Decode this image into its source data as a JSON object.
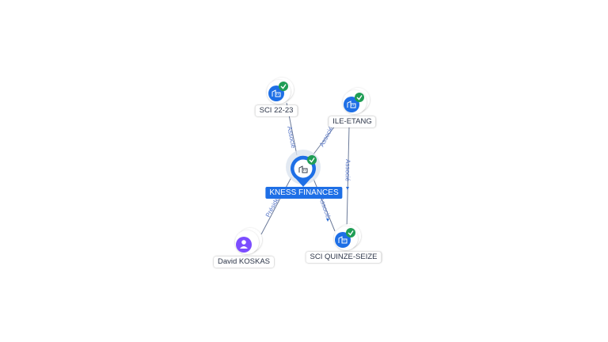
{
  "graph": {
    "center": {
      "label": "KNESS FINANCES",
      "icon": "building-icon",
      "verified": true,
      "accent": "#1e6fe6"
    },
    "nodes": [
      {
        "id": "sci2223",
        "label": "SCI 22-23",
        "icon": "building-icon",
        "verified": true
      },
      {
        "id": "ileetang",
        "label": "ILE-ETANG",
        "icon": "building-icon",
        "verified": true
      },
      {
        "id": "quinze",
        "label": "SCI QUINZE-SEIZE",
        "icon": "building-icon",
        "verified": true
      },
      {
        "id": "david",
        "label": "David KOSKAS",
        "icon": "person-icon",
        "verified": false
      }
    ],
    "edges": [
      {
        "id": "e1",
        "label": "Associé"
      },
      {
        "id": "e2",
        "label": "Associé"
      },
      {
        "id": "e3",
        "label": "Associé"
      },
      {
        "id": "e4",
        "label": "Président"
      },
      {
        "id": "e5",
        "label": "Associé"
      }
    ],
    "colors": {
      "company_icon": "#1e6fe6",
      "person_icon": "#7c4dff",
      "verified_badge": "#1f9d55",
      "edge": "#6b7a99",
      "edge_label": "#5a79c9"
    }
  }
}
